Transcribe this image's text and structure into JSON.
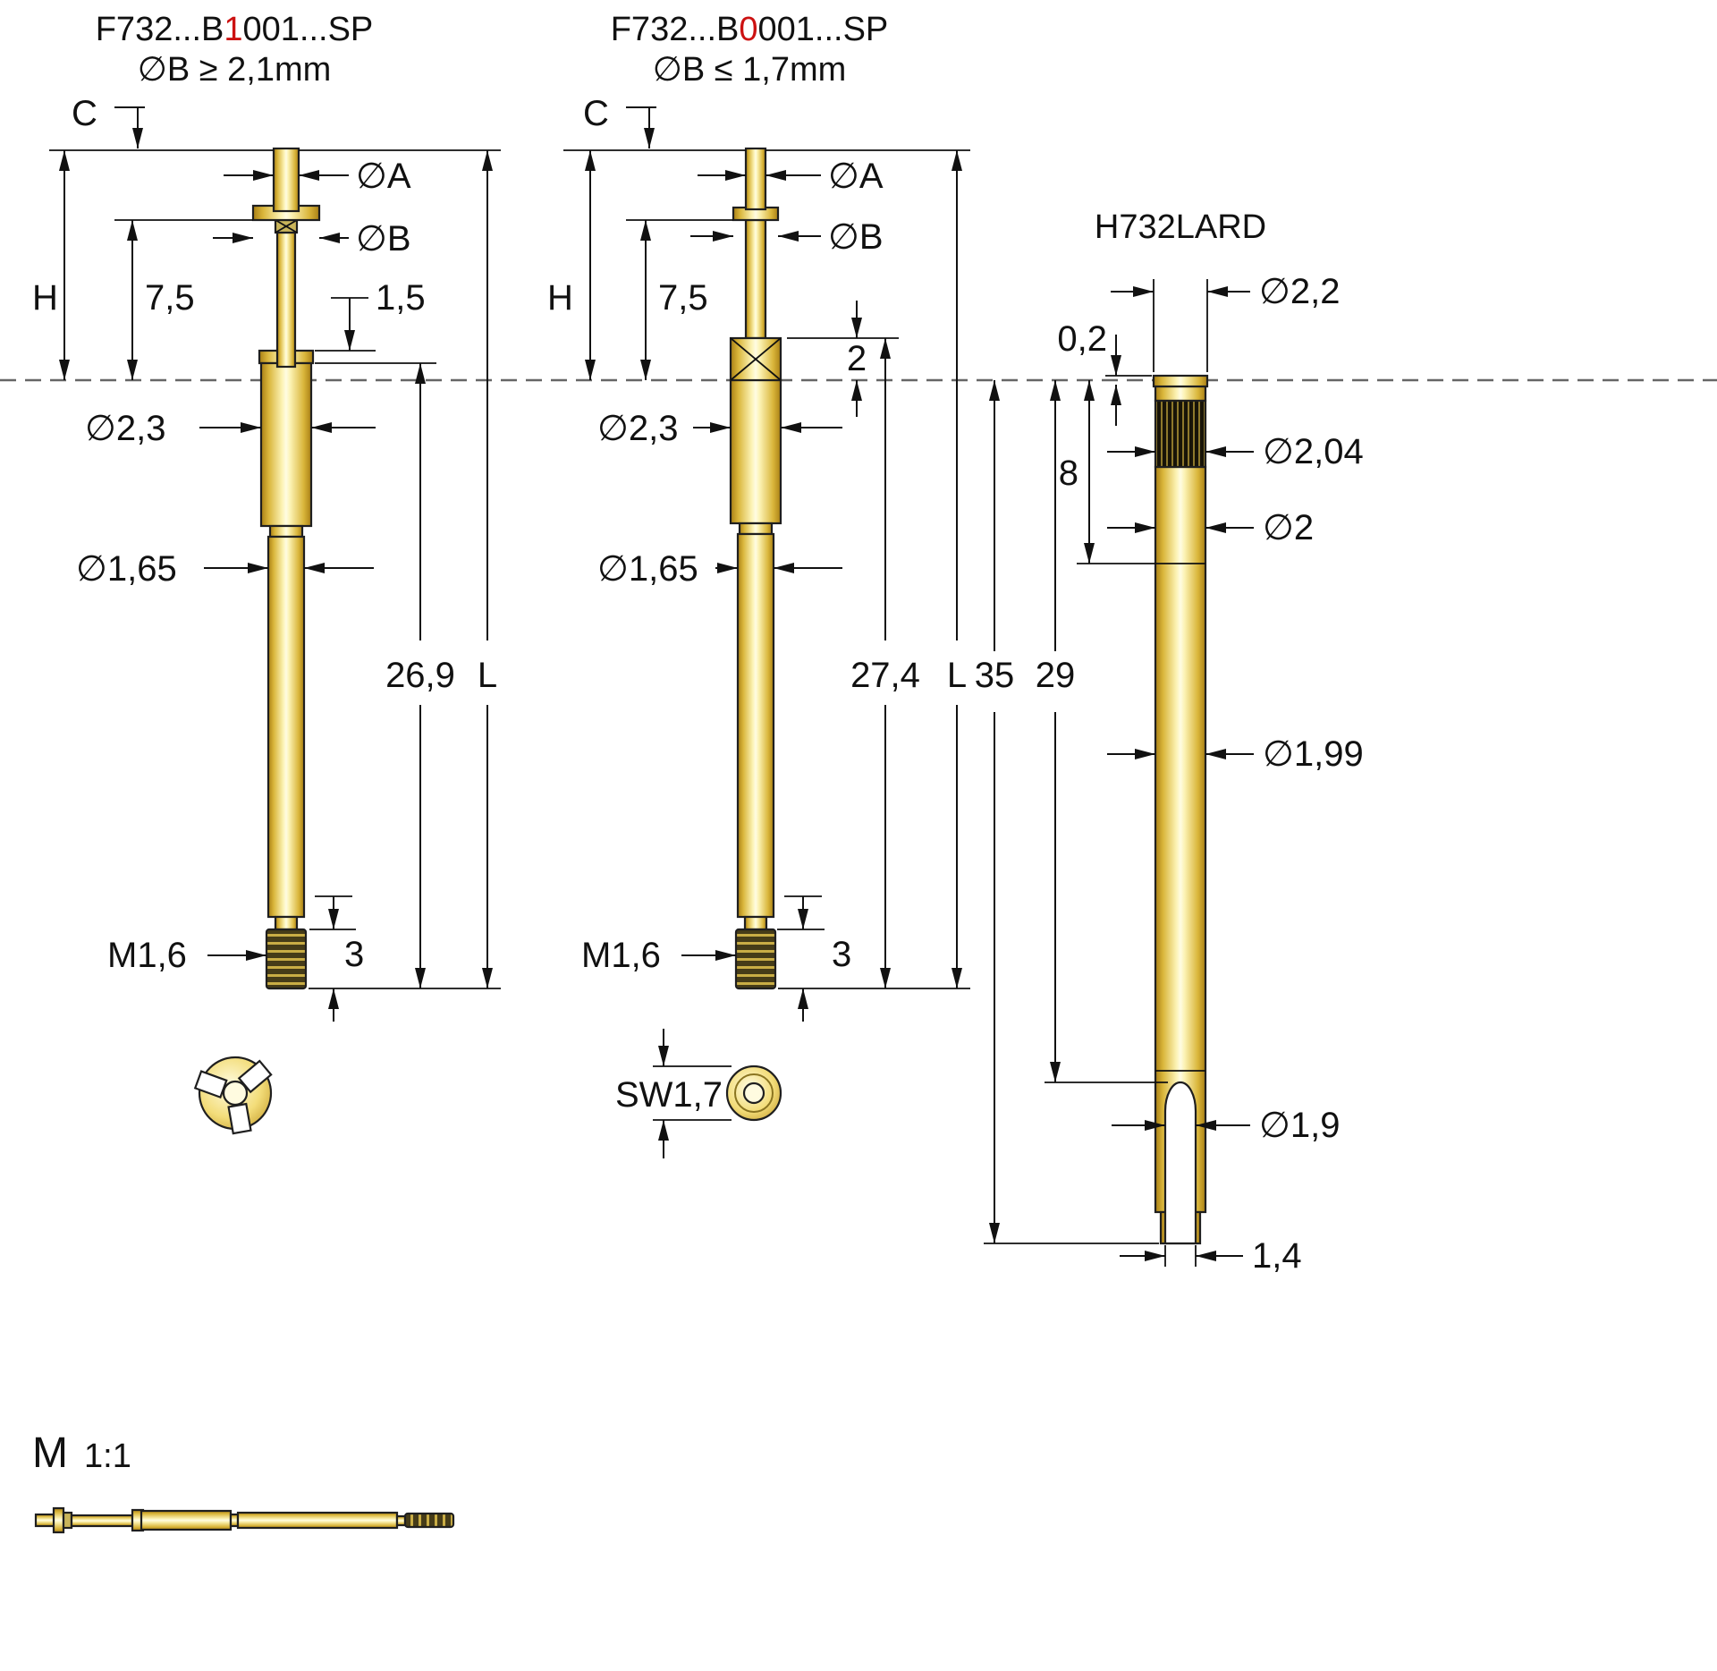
{
  "colors": {
    "body_gold": "#e8c94f",
    "body_gold_light": "#fdf5bb",
    "body_gold_dark": "#a97f15",
    "thread_dark": "#463c18",
    "knurl_dark": "#181408",
    "accent_red": "#cc1111",
    "line": "#111111",
    "plate_line_gray": "#666666"
  },
  "probes": {
    "left": {
      "title": {
        "prefix": "F732...B",
        "red": "1",
        "suffix": "001...SP"
      },
      "subtitle": "∅B ≥ 2,1mm",
      "dims": {
        "travel": "C",
        "height": "H",
        "flange_height": "7,5",
        "tip_dia": "∅A",
        "flange_dia": "∅B",
        "step": "1,5",
        "barrel_dia": "∅2,3",
        "shaft_dia": "∅1,65",
        "below_plate_length": "26,9",
        "total_length": "L",
        "thread": "M1,6",
        "thread_length": "3"
      }
    },
    "middle": {
      "title": {
        "prefix": "F732...B",
        "red": "0",
        "suffix": "001...SP"
      },
      "subtitle": "∅B ≤ 1,7mm",
      "dims": {
        "travel": "C",
        "height": "H",
        "flange_height": "7,5",
        "tip_dia": "∅A",
        "flange_dia": "∅B",
        "crimp_length": "2",
        "barrel_dia": "∅2,3",
        "shaft_dia": "∅1,65",
        "below_plate_length": "27,4",
        "total_length": "L",
        "thread": "M1,6",
        "thread_length": "3",
        "wrench_size": "SW1,7"
      }
    }
  },
  "receptacle": {
    "title": "H732LARD",
    "dims": {
      "head_dia": "∅2,2",
      "lip_height": "0,2",
      "knurl_length": "8",
      "knurl_dia": "∅2,04",
      "neck_dia": "∅2",
      "total_length": "35",
      "inner_depth": "29",
      "body_dia": "∅1,99",
      "bore_dia": "∅1,9",
      "tip_width": "1,4"
    }
  },
  "scale_view": {
    "m": "M",
    "ratio": "1:1"
  }
}
